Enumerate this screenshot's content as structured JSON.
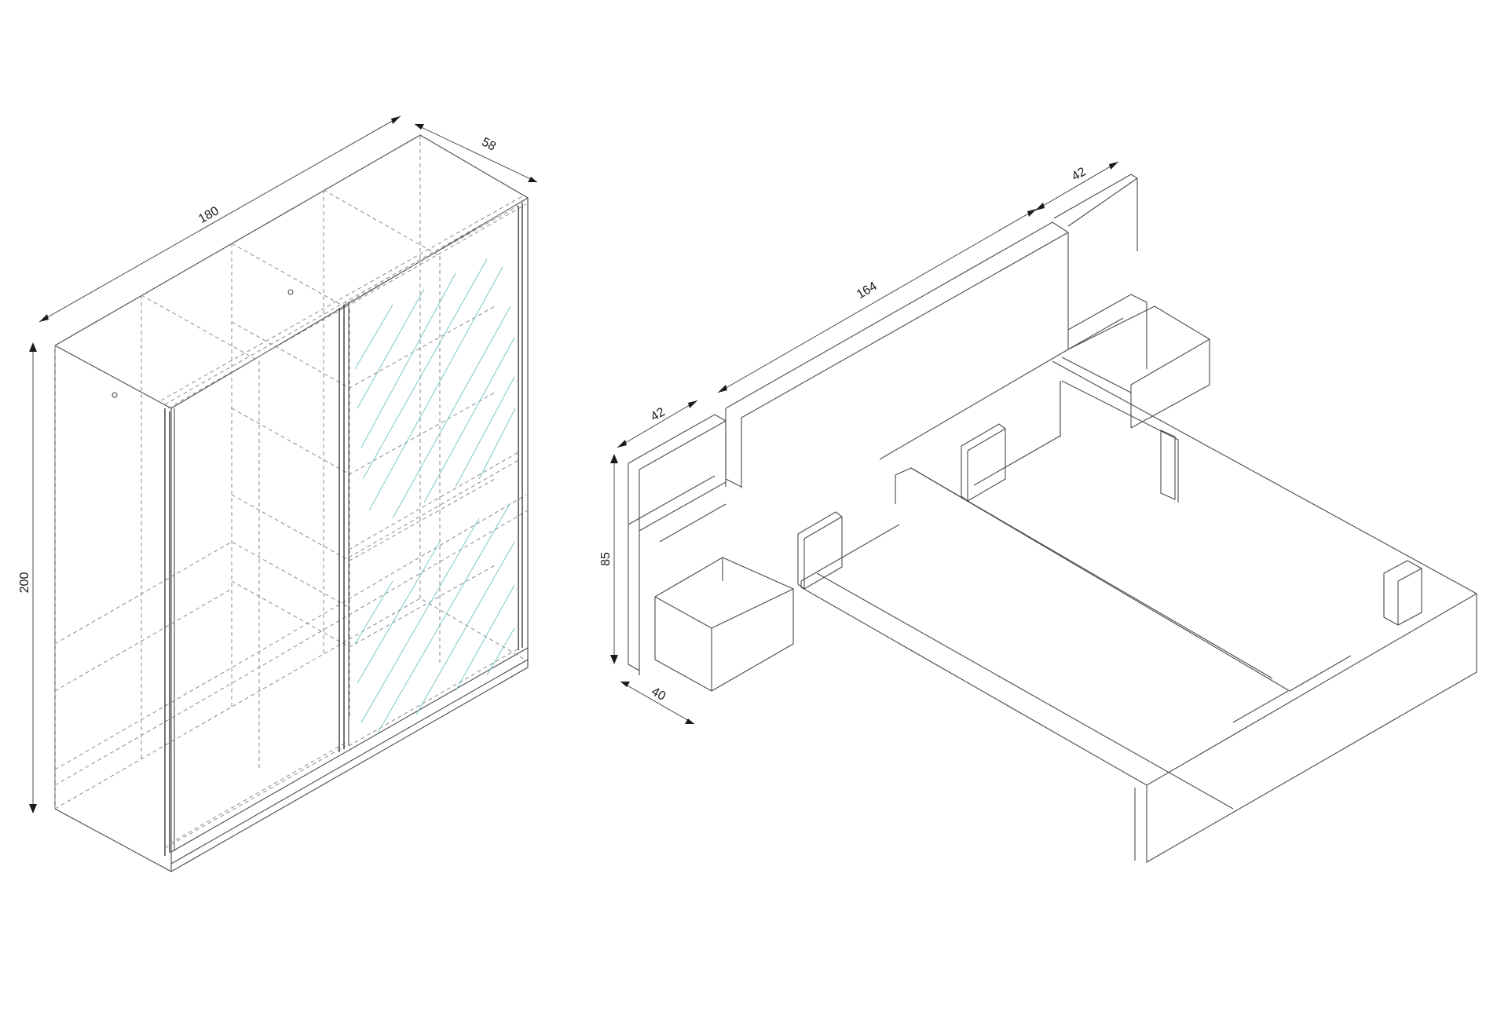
{
  "wardrobe": {
    "dims": {
      "width": "180",
      "depth": "58",
      "height": "200"
    }
  },
  "bed": {
    "dims": {
      "headboard_width": "164",
      "nightstand_depth_right": "42",
      "nightstand_depth_left": "42",
      "height": "85",
      "nightstand_width": "40"
    }
  },
  "colors": {
    "line": "#4a4a4a",
    "hidden_line": "#8a8a8a",
    "mirror_hatch": "#7cc9c9"
  }
}
